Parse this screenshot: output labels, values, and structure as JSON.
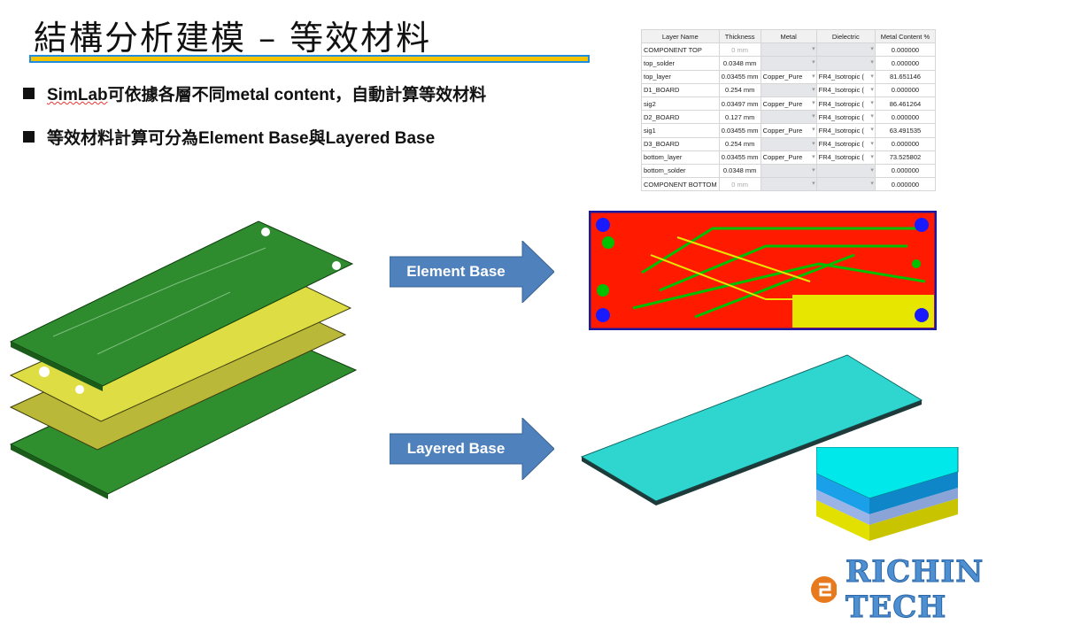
{
  "title": "結構分析建模 – 等效材料",
  "bullets": [
    {
      "prefix": "SimLab",
      "text": "可依據各層不同metal content，自動計算等效材料"
    },
    {
      "prefix": "",
      "text": "等效材料計算可分為Element Base與Layered Base"
    }
  ],
  "table": {
    "headers": [
      "Layer Name",
      "Thickness",
      "Metal",
      "Dielectric",
      "Metal Content %"
    ],
    "rows": [
      {
        "name": "COMPONENT TOP",
        "thickness": "0 mm",
        "metal": "",
        "dielectric": "",
        "content": "0.000000"
      },
      {
        "name": "top_solder",
        "thickness": "0.0348 mm",
        "metal": "",
        "dielectric": "",
        "content": "0.000000"
      },
      {
        "name": "top_layer",
        "thickness": "0.03455 mm",
        "metal": "Copper_Pure",
        "dielectric": "FR4_Isotropic (",
        "content": "81.651146"
      },
      {
        "name": "D1_BOARD",
        "thickness": "0.254 mm",
        "metal": "",
        "dielectric": "FR4_Isotropic (",
        "content": "0.000000"
      },
      {
        "name": "sig2",
        "thickness": "0.03497 mm",
        "metal": "Copper_Pure",
        "dielectric": "FR4_Isotropic (",
        "content": "86.461264"
      },
      {
        "name": "D2_BOARD",
        "thickness": "0.127 mm",
        "metal": "",
        "dielectric": "FR4_Isotropic (",
        "content": "0.000000"
      },
      {
        "name": "sig1",
        "thickness": "0.03455 mm",
        "metal": "Copper_Pure",
        "dielectric": "FR4_Isotropic (",
        "content": "63.491535"
      },
      {
        "name": "D3_BOARD",
        "thickness": "0.254 mm",
        "metal": "",
        "dielectric": "FR4_Isotropic (",
        "content": "0.000000"
      },
      {
        "name": "bottom_layer",
        "thickness": "0.03455 mm",
        "metal": "Copper_Pure",
        "dielectric": "FR4_Isotropic (",
        "content": "73.525802"
      },
      {
        "name": "bottom_solder",
        "thickness": "0.0348 mm",
        "metal": "",
        "dielectric": "",
        "content": "0.000000"
      },
      {
        "name": "COMPONENT BOTTOM",
        "thickness": "0 mm",
        "metal": "",
        "dielectric": "",
        "content": "0.000000"
      }
    ]
  },
  "arrows": {
    "element": "Element Base",
    "layered": "Layered Base"
  },
  "logo": "RICHIN TECH",
  "colors": {
    "arrow": "#4f81bd",
    "pcb_green": "#2e8b2e",
    "pcb_yellow": "#d8d83a",
    "slab": "#2fd6d0",
    "rule": "#f5c400"
  }
}
